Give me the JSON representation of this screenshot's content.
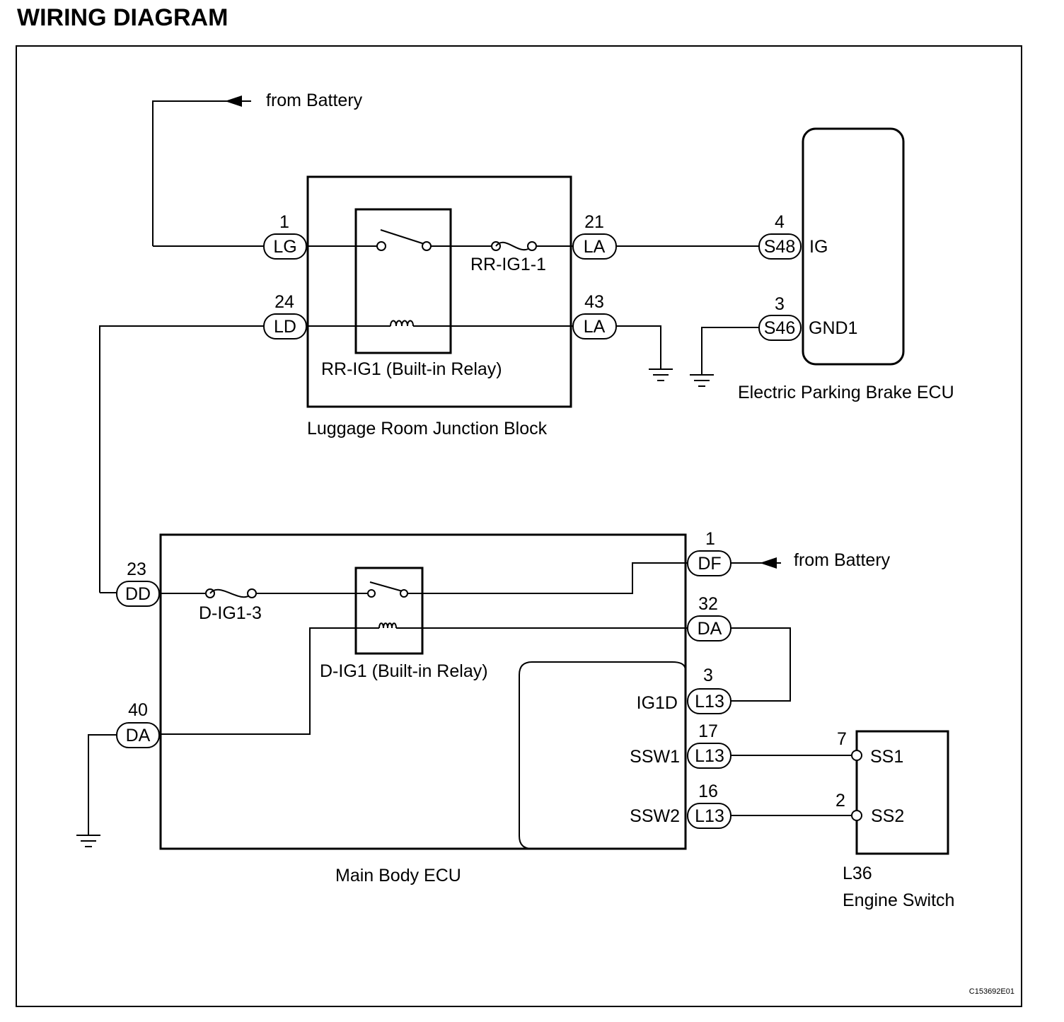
{
  "title": "WIRING DIAGRAM",
  "figure_code": "C153692E01",
  "supply_labels": {
    "top": "from Battery",
    "bottom": "from Battery"
  },
  "luggage_room_junction_block": {
    "name": "Luggage Room Junction Block",
    "relay_label": "RR-IG1 (Built-in Relay)",
    "fuse_label": "RR-IG1-1",
    "terminals": {
      "lg": {
        "pin": "1",
        "connector": "LG"
      },
      "ld": {
        "pin": "24",
        "connector": "LD"
      },
      "la21": {
        "pin": "21",
        "connector": "LA"
      },
      "la43": {
        "pin": "43",
        "connector": "LA"
      }
    }
  },
  "epb_ecu": {
    "name": "Electric Parking Brake ECU",
    "terminals": {
      "ig": {
        "pin": "4",
        "connector": "S48",
        "signal": "IG"
      },
      "gnd1": {
        "pin": "3",
        "connector": "S46",
        "signal": "GND1"
      }
    }
  },
  "main_body_ecu": {
    "name": "Main Body ECU",
    "relay_label": "D-IG1 (Built-in Relay)",
    "fuse_label": "D-IG1-3",
    "terminals": {
      "dd": {
        "pin": "23",
        "connector": "DD"
      },
      "da40": {
        "pin": "40",
        "connector": "DA"
      },
      "df": {
        "pin": "1",
        "connector": "DF"
      },
      "da32": {
        "pin": "32",
        "connector": "DA"
      },
      "ig1d": {
        "pin": "3",
        "connector": "L13",
        "signal": "IG1D"
      },
      "ssw1": {
        "pin": "17",
        "connector": "L13",
        "signal": "SSW1"
      },
      "ssw2": {
        "pin": "16",
        "connector": "L13",
        "signal": "SSW2"
      }
    }
  },
  "engine_switch": {
    "id": "L36",
    "name": "Engine Switch",
    "terminals": {
      "ss1": {
        "pin": "7",
        "signal": "SS1"
      },
      "ss2": {
        "pin": "2",
        "signal": "SS2"
      }
    }
  }
}
